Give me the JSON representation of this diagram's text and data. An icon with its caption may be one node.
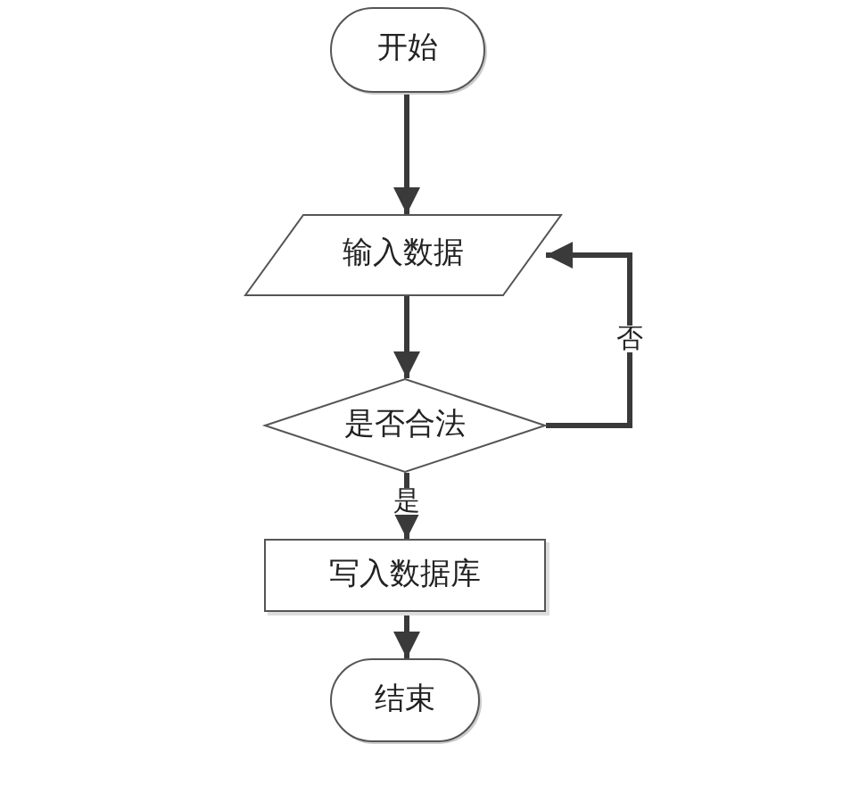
{
  "diagram": {
    "nodes": [
      {
        "text": [
          "开始"
        ]
      },
      {
        "text": [
          "输入数据"
        ]
      },
      {
        "text": [
          "是否合法"
        ]
      },
      {
        "text": [
          "写入数据库"
        ]
      },
      {
        "text": [
          "结束"
        ]
      }
    ],
    "edges": [
      {
        "from": 0,
        "to": 1,
        "arrow": "to"
      },
      {
        "from": 1,
        "to": 2,
        "arrow": "to"
      },
      {
        "from": 2,
        "to": 3,
        "arrow": "to",
        "label": "是"
      },
      {
        "from": 2,
        "to": 1,
        "arrow": "to",
        "label": "否"
      },
      {
        "from": 3,
        "to": 4,
        "arrow": "to"
      }
    ]
  }
}
